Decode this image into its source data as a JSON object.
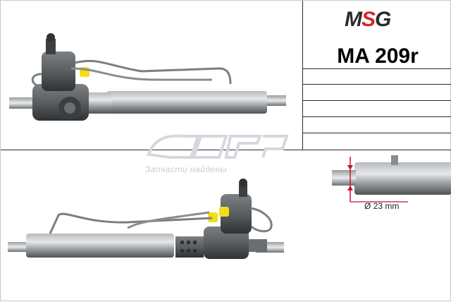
{
  "brand": {
    "text": "MSG",
    "accent_color": "#d8232a"
  },
  "part": {
    "code": "MA 209r"
  },
  "watermark": {
    "tagline": "Запчасти найдены"
  },
  "dimension": {
    "label": "Ø 23 mm",
    "color": "#c8102e"
  },
  "colors": {
    "metal": "#8c8f92",
    "metal_dark": "#4d5154",
    "connector": "#f2dd19"
  }
}
